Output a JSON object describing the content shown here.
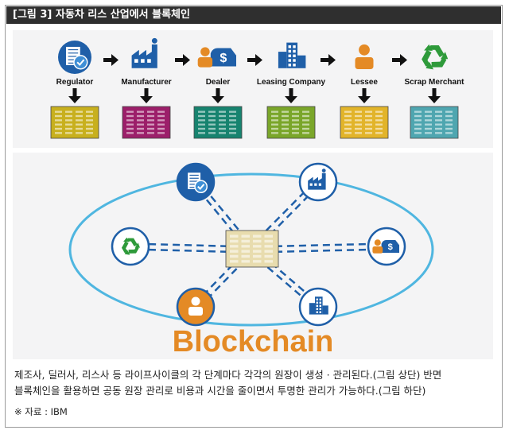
{
  "title": "[그림 3] 자동차 리스 산업에서 블록체인",
  "flow": {
    "stages": [
      {
        "label": "Regulator",
        "icon": "regulator-document-check-icon",
        "ledger_color": "#c8b01e"
      },
      {
        "label": "Manufacturer",
        "icon": "factory-icon",
        "ledger_color": "#9c1f6a"
      },
      {
        "label": "Dealer",
        "icon": "dealer-car-icon",
        "ledger_color": "#17836f"
      },
      {
        "label": "Leasing Company",
        "icon": "office-building-icon",
        "ledger_color": "#7aa62a"
      },
      {
        "label": "Lessee",
        "icon": "person-icon",
        "ledger_color": "#e2b42a"
      },
      {
        "label": "Scrap Merchant",
        "icon": "recycle-icon",
        "ledger_color": "#4fa6b0"
      }
    ]
  },
  "network": {
    "center": "shared-ledger",
    "nodes": [
      "regulator",
      "manufacturer",
      "dealer",
      "leasing-company",
      "lessee",
      "scrap-merchant"
    ],
    "label": "Blockchain"
  },
  "colors": {
    "blue": "#1f5fa8",
    "ring": "#4fb6e0",
    "orange": "#e48a25",
    "green": "#2e9a3a",
    "ledger": "#e8dcae"
  },
  "caption": {
    "line1": "제조사, 딜러사, 리스사 등 라이프사이클의 각 단계마다 각각의 원장이 생성 · 관리된다.(그림 상단) 반면",
    "line2": "블록체인을 활용하면 공동 원장 관리로 비용과 시간을 줄이면서 투명한 관리가 가능하다.(그림 하단)",
    "source": "※ 자료 : IBM"
  }
}
